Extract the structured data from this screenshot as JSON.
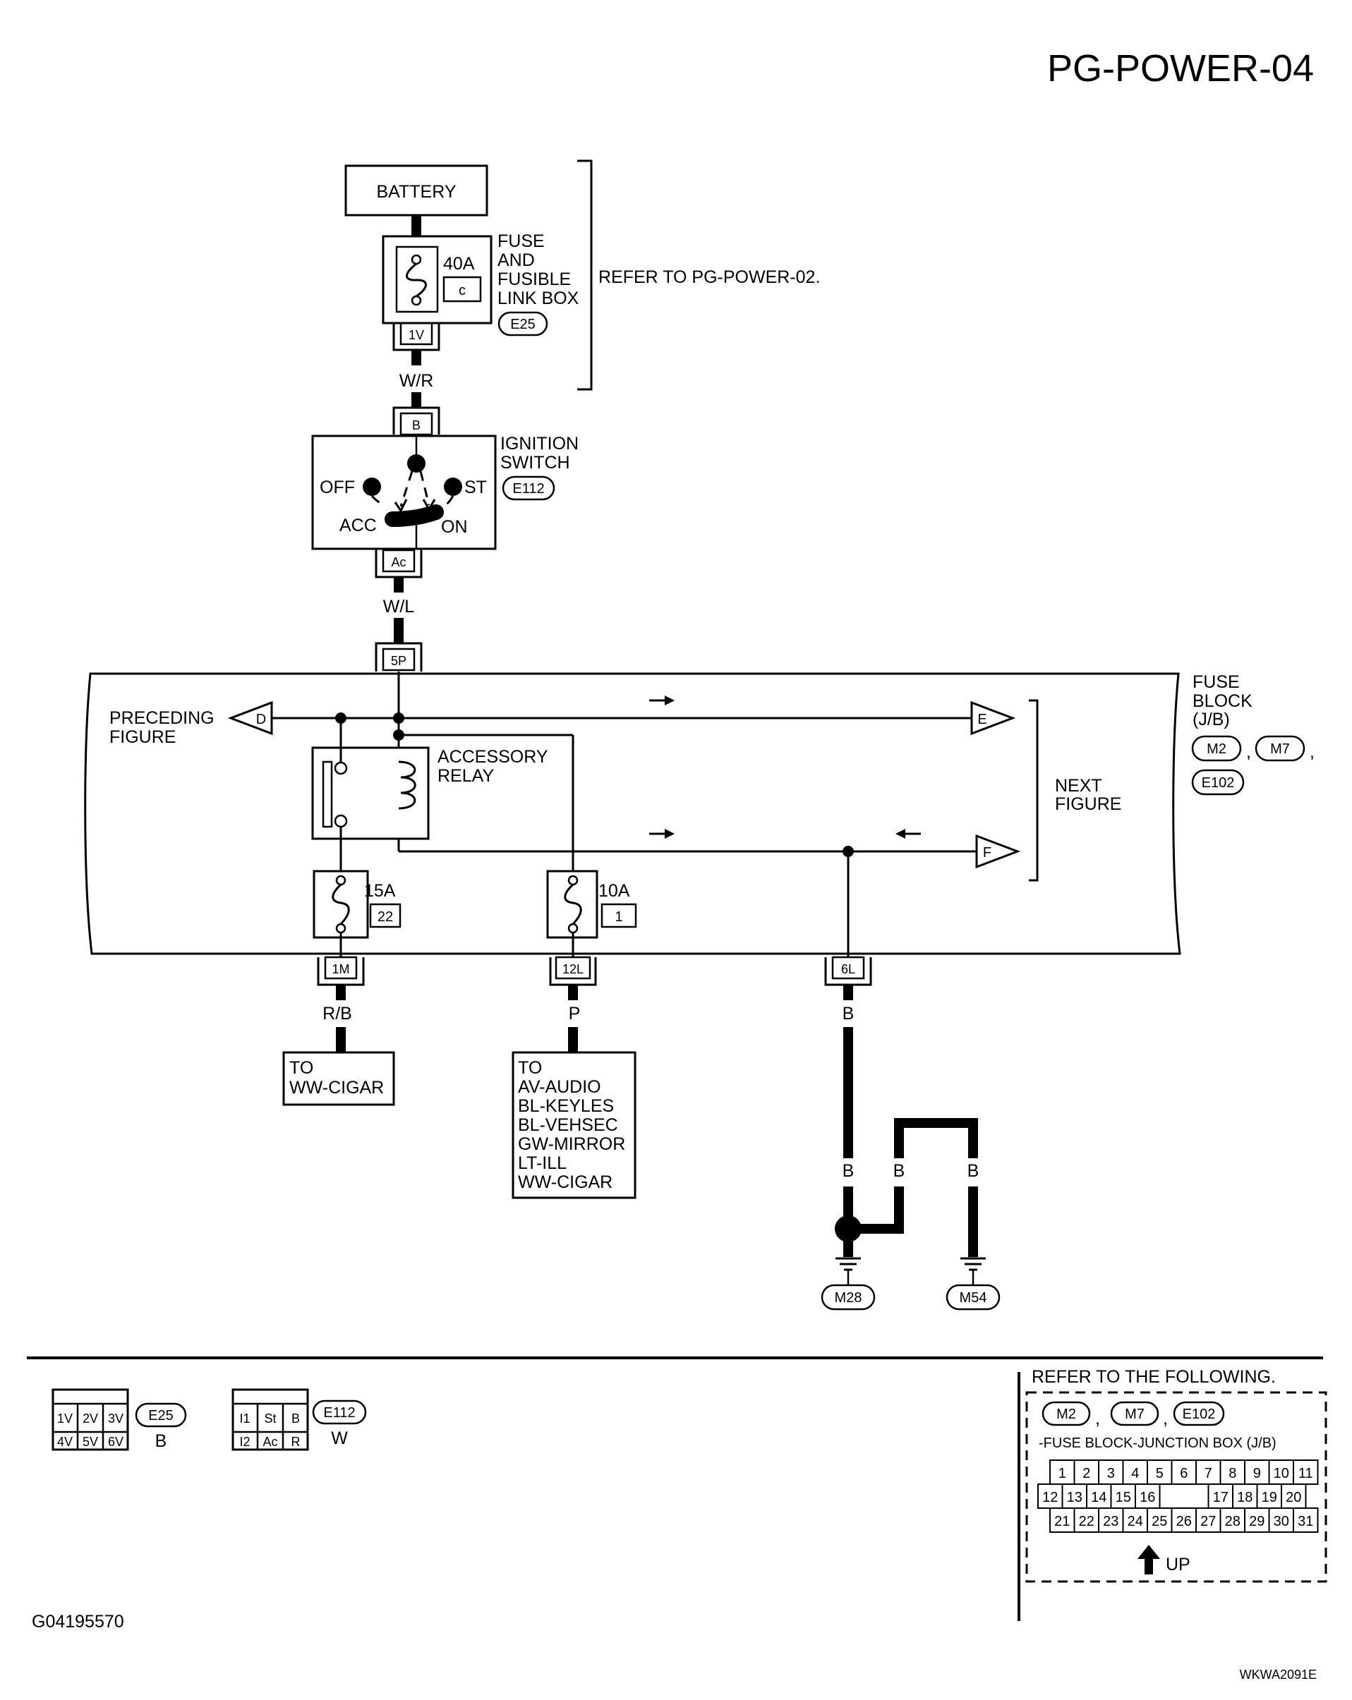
{
  "page_id": "PG-POWER-04",
  "battery": {
    "label": "BATTERY"
  },
  "fuse_link_box": {
    "line1": "FUSE",
    "line2": "AND",
    "line3": "FUSIBLE",
    "line4": "LINK BOX",
    "connector": "E25",
    "rating": "40A",
    "fuse_id": "c",
    "terminal": "1V"
  },
  "refer_bracket": {
    "text": "REFER TO PG-POWER-02."
  },
  "wire_wr": "W/R",
  "ignition": {
    "line1": "IGNITION",
    "line2": "SWITCH",
    "connector": "E112",
    "terminal_in": "B",
    "terminal_out": "Ac",
    "pos_off": "OFF",
    "pos_st": "ST",
    "pos_acc": "ACC",
    "pos_on": "ON"
  },
  "wire_wl": "W/L",
  "terminal_5p": "5P",
  "fuse_block": {
    "line1": "FUSE",
    "line2": "BLOCK",
    "line3": "(J/B)",
    "conn1": "M2",
    "conn2": "M7",
    "conn3": "E102",
    "comma1": ",",
    "comma2": ","
  },
  "preceding": {
    "line1": "PRECEDING",
    "line2": "FIGURE",
    "marker": "D"
  },
  "next_figure": {
    "line1": "NEXT",
    "line2": "FIGURE",
    "marker_e": "E",
    "marker_f": "F"
  },
  "relay": {
    "line1": "ACCESSORY",
    "line2": "RELAY"
  },
  "fuse_15a": {
    "rating": "15A",
    "number": "22",
    "terminal": "1M",
    "wire": "R/B"
  },
  "fuse_10a": {
    "rating": "10A",
    "number": "1",
    "terminal": "12L",
    "wire": "P"
  },
  "ground_term": {
    "terminal": "6L",
    "wire": "B"
  },
  "dest_cigar": {
    "line1": "TO",
    "line2": "WW-CIGAR"
  },
  "dest_list": {
    "items": [
      "TO",
      "AV-AUDIO",
      "BL-KEYLES",
      "BL-VEHSEC",
      "GW-MIRROR",
      "LT-ILL",
      "WW-CIGAR"
    ]
  },
  "grounds": {
    "wire1": "B",
    "wire2": "B",
    "wire3": "B",
    "g1": "M28",
    "g2": "M54"
  },
  "connector_e25": {
    "id": "E25",
    "color": "B",
    "row1": [
      "1V",
      "2V",
      "3V"
    ],
    "row2": [
      "4V",
      "5V",
      "6V"
    ]
  },
  "connector_e112": {
    "id": "E112",
    "color": "W",
    "row1": [
      "I1",
      "St",
      "B"
    ],
    "row2": [
      "I2",
      "Ac",
      "R"
    ]
  },
  "refer_following": {
    "heading": "REFER TO THE FOLLOWING.",
    "conn1": "M2",
    "conn2": "M7",
    "conn3": "E102",
    "comma1": ",",
    "comma2": ",",
    "subtitle": "-FUSE BLOCK-JUNCTION BOX (J/B)",
    "row1": [
      "1",
      "2",
      "3",
      "4",
      "5",
      "6",
      "7",
      "8",
      "9",
      "10",
      "11"
    ],
    "row2": [
      "12",
      "13",
      "14",
      "15",
      "16",
      "",
      "17",
      "18",
      "19",
      "20"
    ],
    "row3": [
      "21",
      "22",
      "23",
      "24",
      "25",
      "26",
      "27",
      "28",
      "29",
      "30",
      "31"
    ],
    "up": "UP"
  },
  "footer": {
    "left_code": "G04195570",
    "right_code": "WKWA2091E"
  }
}
